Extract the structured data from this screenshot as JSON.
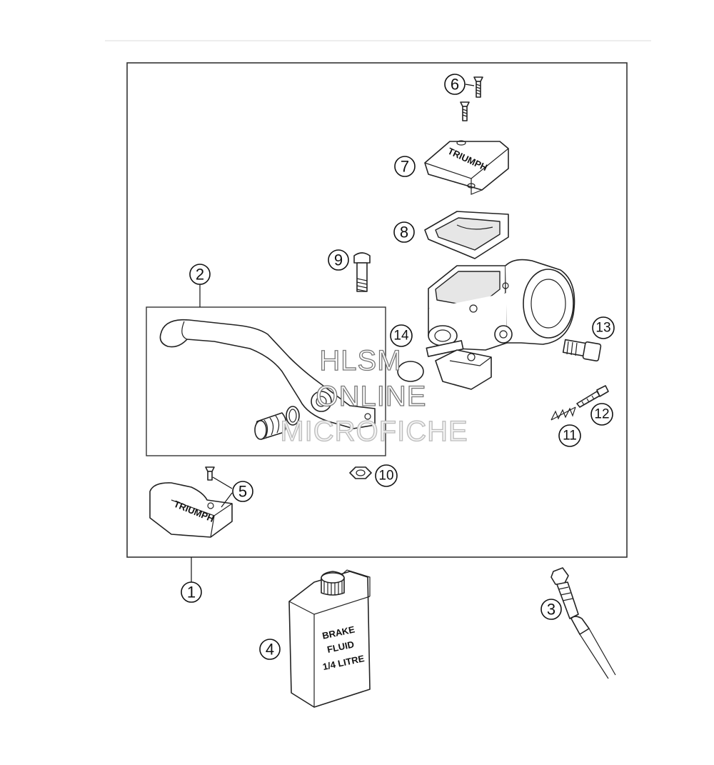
{
  "callouts": [
    {
      "id": "1",
      "label": "1"
    },
    {
      "id": "2",
      "label": "2"
    },
    {
      "id": "3",
      "label": "3"
    },
    {
      "id": "4",
      "label": "4"
    },
    {
      "id": "5",
      "label": "5"
    },
    {
      "id": "6",
      "label": "6"
    },
    {
      "id": "7",
      "label": "7"
    },
    {
      "id": "8",
      "label": "8"
    },
    {
      "id": "9",
      "label": "9"
    },
    {
      "id": "10",
      "label": "10"
    },
    {
      "id": "11",
      "label": "11"
    },
    {
      "id": "12",
      "label": "12"
    },
    {
      "id": "13",
      "label": "13"
    },
    {
      "id": "14",
      "label": "14"
    }
  ],
  "bottle_label": {
    "line1": "BRAKE",
    "line2": "FLUID",
    "line3": "1/4 LITRE"
  },
  "watermark": {
    "line1": "HLSM",
    "line2": "ONLINE",
    "line3": "MICROFICHE"
  }
}
